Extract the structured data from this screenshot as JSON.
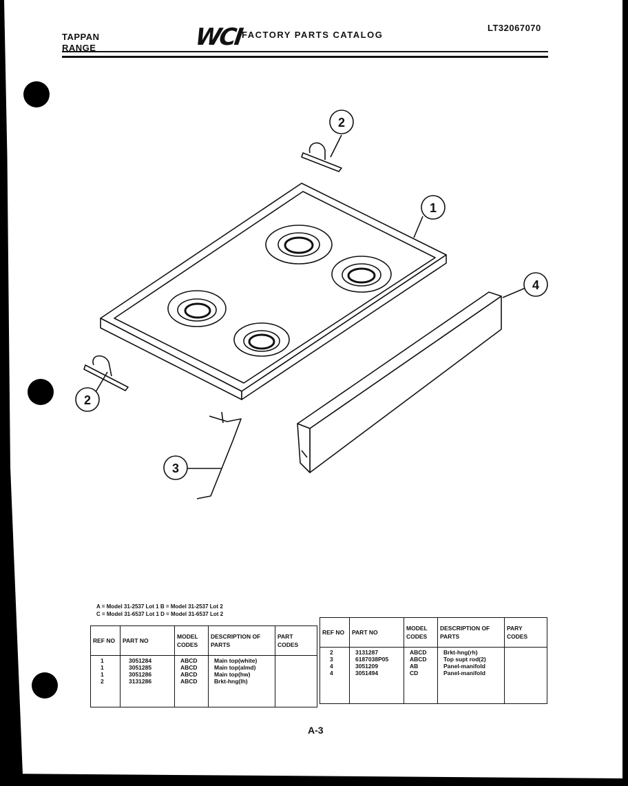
{
  "header": {
    "brand_line1": "TAPPAN",
    "brand_line2": "RANGE",
    "logo_text": "WCI",
    "catalog_title": "FACTORY PARTS CATALOG",
    "doc_id": "LT32067070"
  },
  "callouts": [
    "1",
    "2",
    "2",
    "3",
    "4"
  ],
  "legend": {
    "line1": "A = Model 31-2537 Lot 1   B = Model 31-2537 Lot 2",
    "line2": "C = Model 31-6537 Lot 1   D = Model 31-6537 Lot 2"
  },
  "table": {
    "headers": [
      "REF NO",
      "PART NO",
      "MODEL CODES",
      "DESCRIPTION OF PARTS",
      "PART CODES"
    ],
    "headers_right": [
      "REF NO",
      "PART NO",
      "MODEL CODES",
      "DESCRIPTION OF PARTS",
      "PARY CODES"
    ],
    "left": {
      "ref": "1\n1\n1\n2",
      "part": "3051284\n3051285\n3051286\n3131286",
      "model": "ABCD\nABCD\nABCD\nABCD",
      "desc": "Main top(white)\nMain top(almd)\nMain top(hw)\nBrkt-hng(lh)",
      "codes": ""
    },
    "right": {
      "ref": "2\n3\n4\n4",
      "part": "3131287\n6187038P05\n3051209\n3051494",
      "model": "ABCD\nABCD\nAB\nCD",
      "desc": "Brkt-hng(rh)\nTop supt rod(2)\nPanel-manifold\nPanel-manifold",
      "codes": ""
    }
  },
  "page_number": "A-3"
}
